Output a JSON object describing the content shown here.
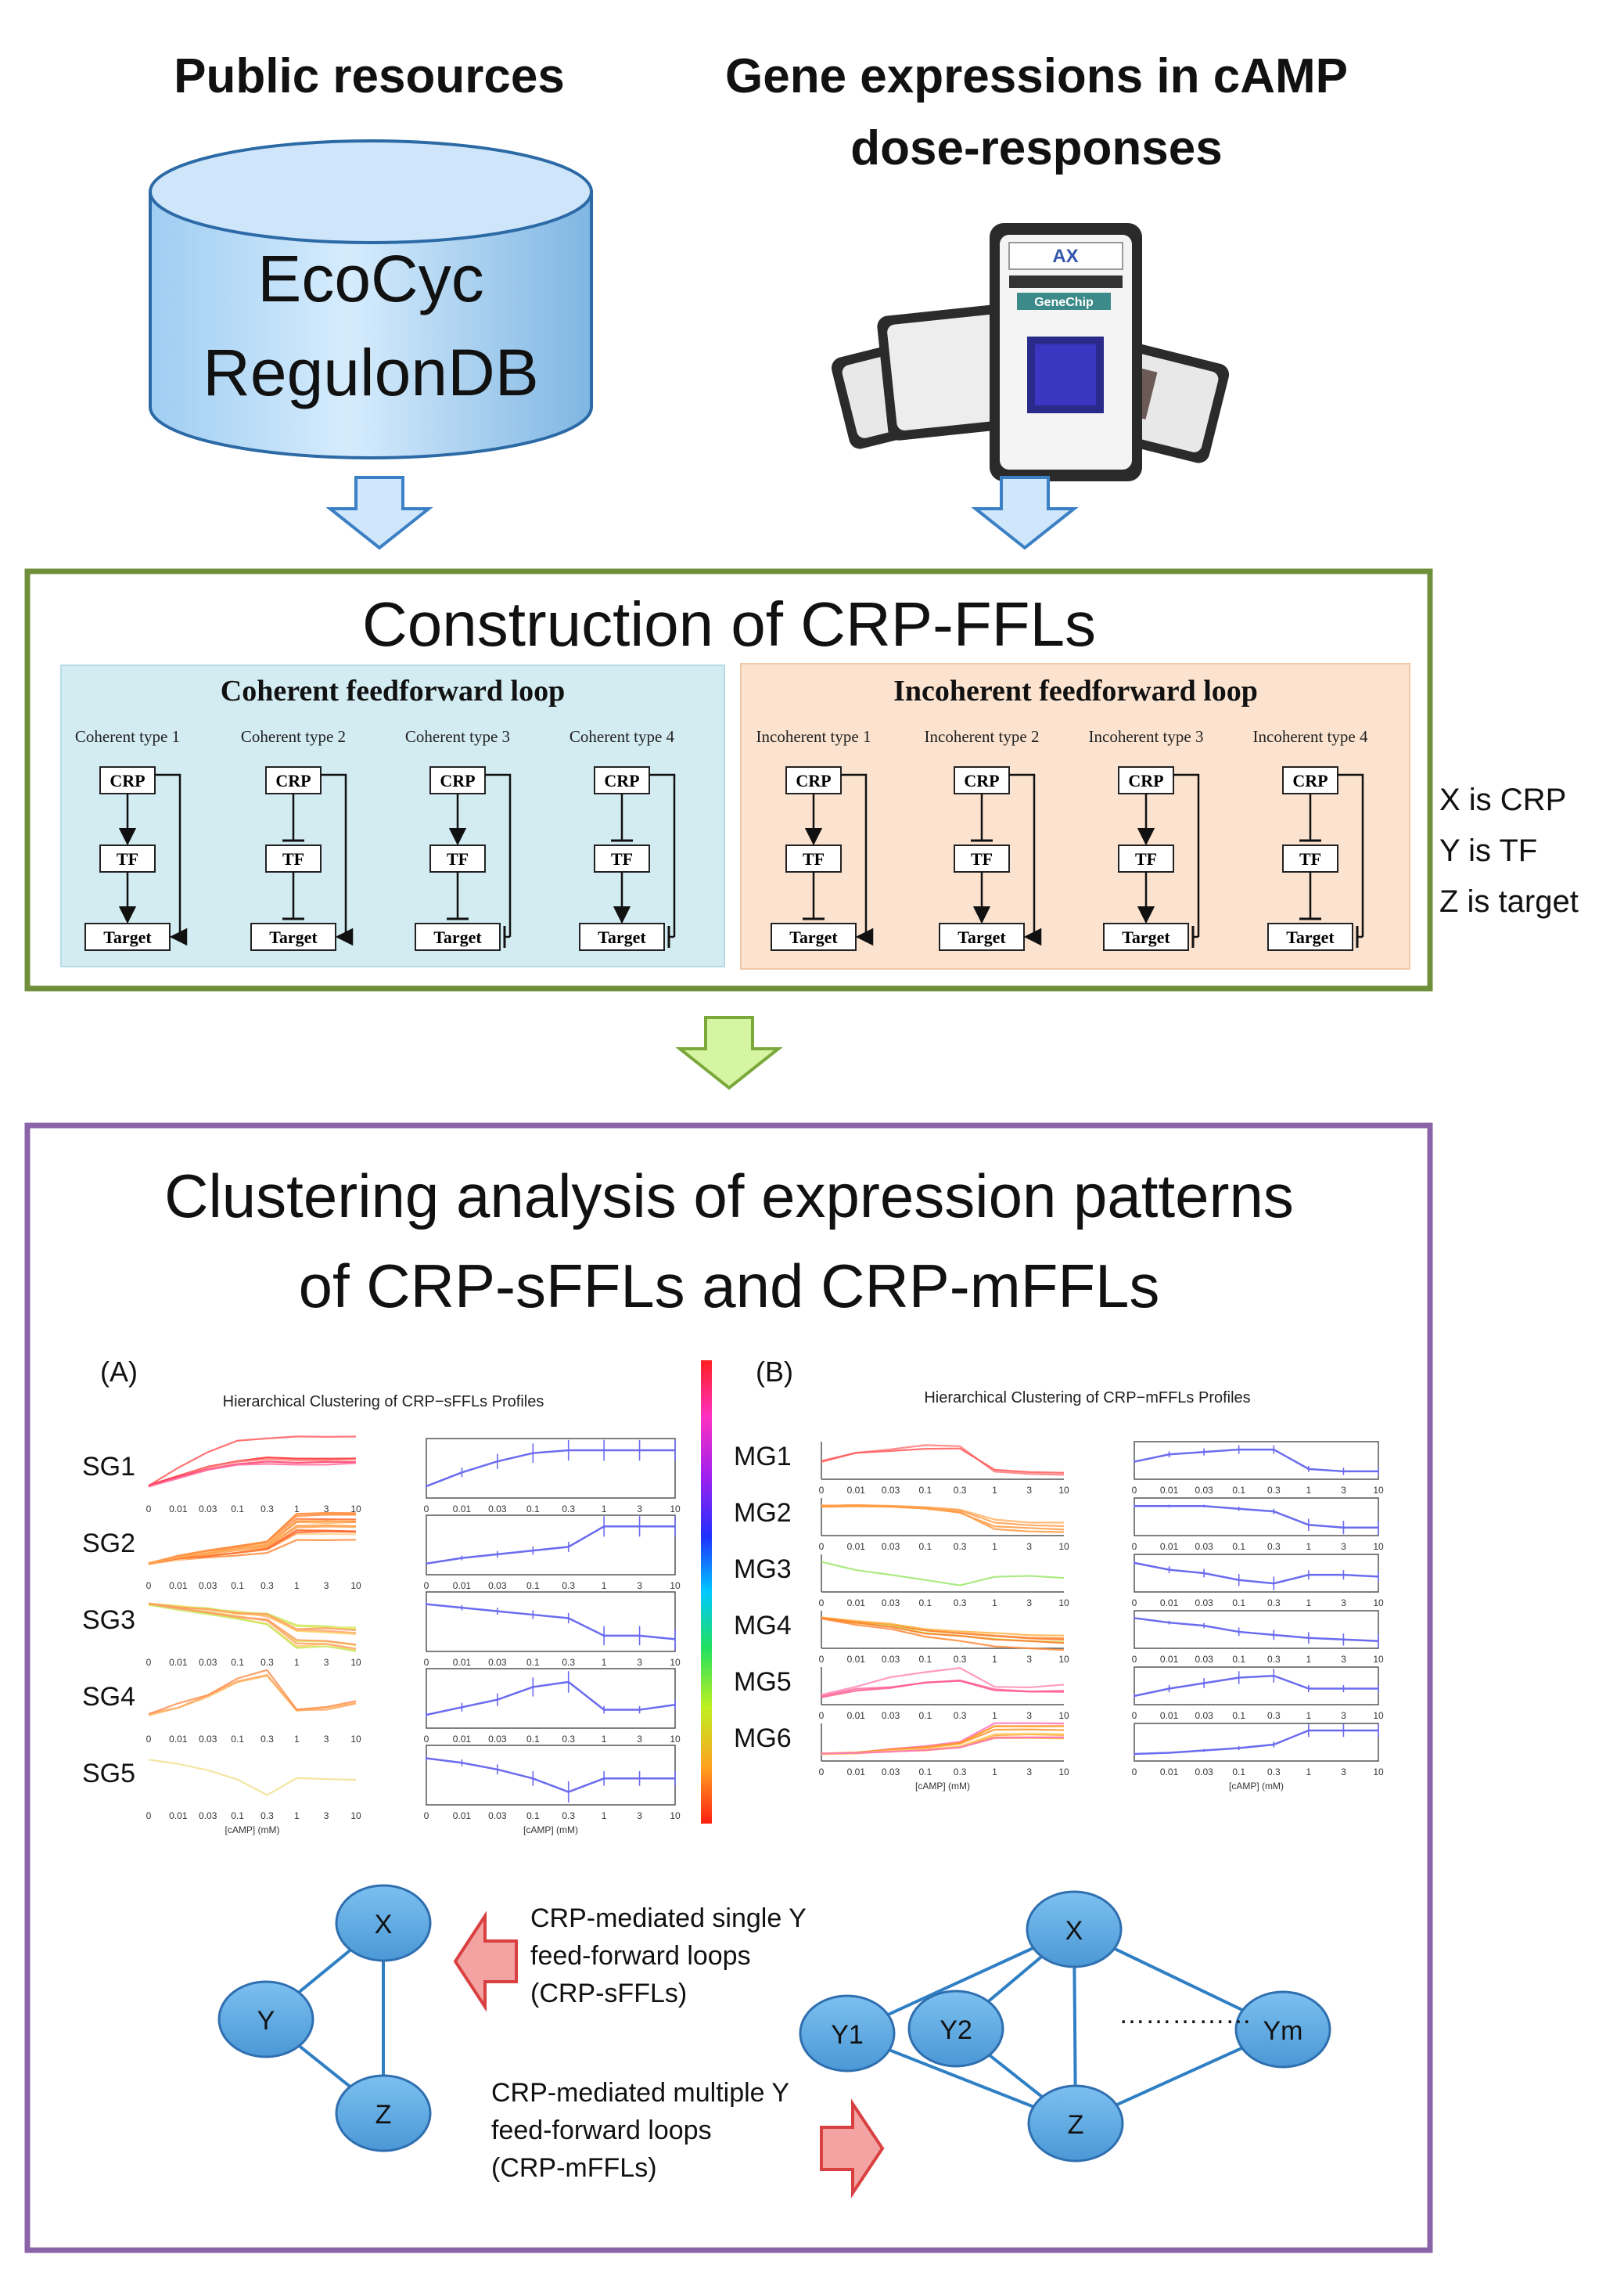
{
  "top": {
    "public_title": "Public resources",
    "gene_title_1": "Gene expressions in cAMP",
    "gene_title_2": "dose-responses",
    "db_line1": "EcoCyc",
    "db_line2": "RegulonDB",
    "chip_brand": "AX",
    "chip_label": "GeneChip"
  },
  "construction": {
    "title": "Construction of CRP-FFLs",
    "coherent": {
      "heading": "Coherent feedforward loop",
      "types": [
        "Coherent type 1",
        "Coherent type 2",
        "Coherent type 3",
        "Coherent type 4"
      ]
    },
    "incoherent": {
      "heading": "Incoherent feedforward loop",
      "types": [
        "Incoherent type 1",
        "Incoherent type 2",
        "Incoherent type 3",
        "Incoherent type 4"
      ]
    },
    "node_labels": {
      "x": "CRP",
      "y": "TF",
      "z": "Target"
    },
    "legend": [
      "X is CRP",
      "Y is TF",
      "Z is target"
    ]
  },
  "clustering": {
    "title_1": "Clustering analysis of expression patterns",
    "title_2": "of CRP-sFFLs and CRP-mFFLs",
    "panel_a": {
      "tag": "(A)",
      "subtitle": "Hierarchical Clustering of CRP−sFFLs Profiles",
      "groups": [
        "SG1",
        "SG2",
        "SG3",
        "SG4",
        "SG5"
      ],
      "xlabel": "[cAMP] (mM)"
    },
    "panel_b": {
      "tag": "(B)",
      "subtitle": "Hierarchical Clustering of CRP−mFFLs Profiles",
      "groups": [
        "MG1",
        "MG2",
        "MG3",
        "MG4",
        "MG5",
        "MG6"
      ],
      "xlabel": "[cAMP] (mM)"
    },
    "x_ticks": [
      "0",
      "0.01",
      "0.03",
      "0.1",
      "0.3",
      "1",
      "3",
      "10"
    ]
  },
  "chart_data": [
    {
      "type": "line",
      "title": "Hierarchical Clustering of CRP−sFFLs Profiles",
      "xlabel": "[cAMP] (mM)",
      "categories": [
        "0",
        "0.01",
        "0.03",
        "0.1",
        "0.3",
        "1",
        "3",
        "10"
      ],
      "series": [
        {
          "name": "SG1",
          "values": [
            0,
            0.5,
            0.9,
            1.2,
            1.3,
            1.3,
            1.3,
            1.3
          ]
        },
        {
          "name": "SG2",
          "values": [
            0,
            0.3,
            0.5,
            0.7,
            0.9,
            2.0,
            2.0,
            2.0
          ]
        },
        {
          "name": "SG3",
          "values": [
            0,
            -0.1,
            -0.2,
            -0.3,
            -0.4,
            -0.9,
            -0.9,
            -1.0
          ]
        },
        {
          "name": "SG4",
          "values": [
            0,
            0.15,
            0.3,
            0.55,
            0.65,
            0.1,
            0.1,
            0.2
          ]
        },
        {
          "name": "SG5",
          "values": [
            0,
            -0.1,
            -0.25,
            -0.45,
            -0.75,
            -0.45,
            -0.45,
            -0.45
          ]
        }
      ]
    },
    {
      "type": "line",
      "title": "Hierarchical Clustering of CRP−mFFLs Profiles",
      "xlabel": "[cAMP] (mM)",
      "categories": [
        "0",
        "0.01",
        "0.03",
        "0.1",
        "0.3",
        "1",
        "3",
        "10"
      ],
      "series": [
        {
          "name": "MG1",
          "values": [
            0,
            0.3,
            0.4,
            0.5,
            0.5,
            -0.3,
            -0.4,
            -0.4
          ]
        },
        {
          "name": "MG2",
          "values": [
            0,
            0,
            0,
            -0.1,
            -0.2,
            -0.7,
            -0.8,
            -0.8
          ]
        },
        {
          "name": "MG3",
          "values": [
            0,
            -0.2,
            -0.3,
            -0.5,
            -0.6,
            -0.35,
            -0.35,
            -0.4
          ]
        },
        {
          "name": "MG4",
          "values": [
            0,
            -0.3,
            -0.5,
            -0.9,
            -1.1,
            -1.3,
            -1.4,
            -1.5
          ]
        },
        {
          "name": "MG5",
          "values": [
            0,
            0.2,
            0.35,
            0.5,
            0.55,
            0.2,
            0.2,
            0.2
          ]
        },
        {
          "name": "MG6",
          "values": [
            0,
            0.1,
            0.3,
            0.5,
            0.8,
            2.0,
            2.0,
            2.0
          ]
        }
      ]
    }
  ],
  "networks": {
    "sffl_nodes": [
      "X",
      "Y",
      "Z"
    ],
    "mffl_nodes": [
      "X",
      "Y1",
      "Y2",
      "Ym",
      "Z"
    ],
    "dots": "……………",
    "sffl_label": [
      "CRP-mediated single Y",
      "feed-forward loops",
      "(CRP-sFFLs)"
    ],
    "mffl_label": [
      "CRP-mediated multiple Y",
      "feed-forward loops",
      "(CRP-mFFLs)"
    ]
  },
  "colors": {
    "green_border": "#6f8f3a",
    "purple_border": "#8a63a8",
    "blue_node": "#5aa7e0",
    "coherent_bg": "#d3ecf2",
    "incoherent_bg": "#fbe3cf",
    "arrow_blue": "#cfe6fb",
    "arrow_green": "#d6f5a3",
    "arrow_red": "#f4a3a3"
  }
}
